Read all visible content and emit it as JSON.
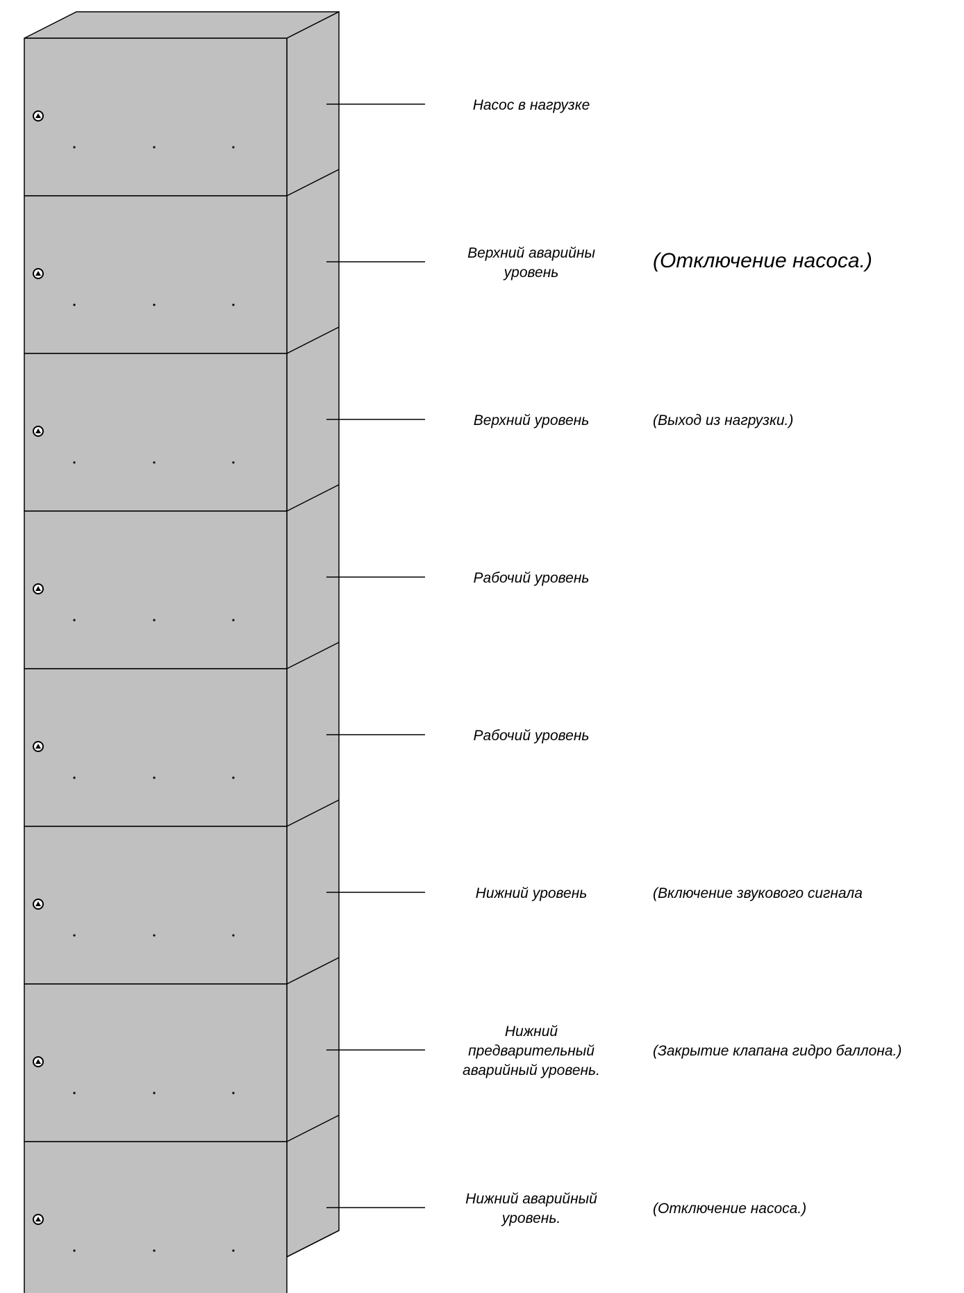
{
  "colors": {
    "panel": "#c0c0c0",
    "outline": "#000000",
    "white": "#ffffff",
    "red": "#ff0000",
    "yellow": "#ffff00",
    "green": "#1ed939"
  },
  "levels": [
    {
      "key": "load",
      "color": "white",
      "icon": "mounting-screw-icon",
      "label": [
        "Насос в нагрузке"
      ],
      "note": ""
    },
    {
      "key": "upper-emergency",
      "color": "red",
      "icon": "mounting-screw-icon",
      "label": [
        "Верхний аварийны",
        "уровень"
      ],
      "note": "(Отключение насоса.)"
    },
    {
      "key": "upper",
      "color": "yellow",
      "icon": "mounting-screw-icon",
      "label": [
        "Верхний  уровень"
      ],
      "note": "(Выход из нагрузки.)"
    },
    {
      "key": "working-1",
      "color": "green",
      "icon": "mounting-screw-icon",
      "label": [
        "Рабочий уровень"
      ],
      "note": ""
    },
    {
      "key": "working-2",
      "color": "green",
      "icon": "mounting-screw-icon",
      "label": [
        "Рабочий уровень"
      ],
      "note": ""
    },
    {
      "key": "lower",
      "color": "yellow",
      "icon": "mounting-screw-icon",
      "label": [
        "Нижний уровень"
      ],
      "note": "(Включение звукового сигнала"
    },
    {
      "key": "lower-pre-emergency",
      "color": "red",
      "icon": "mounting-screw-icon",
      "label": [
        "Нижний",
        "предварительный",
        "аварийный уровень."
      ],
      "note": "(Закрытие клапана гидро баллона.)"
    },
    {
      "key": "lower-emergency",
      "color": "red",
      "icon": "mounting-screw-icon",
      "label": [
        "Нижний  аварийный",
        "уровень."
      ],
      "note": "(Отключение насоса.)"
    }
  ]
}
